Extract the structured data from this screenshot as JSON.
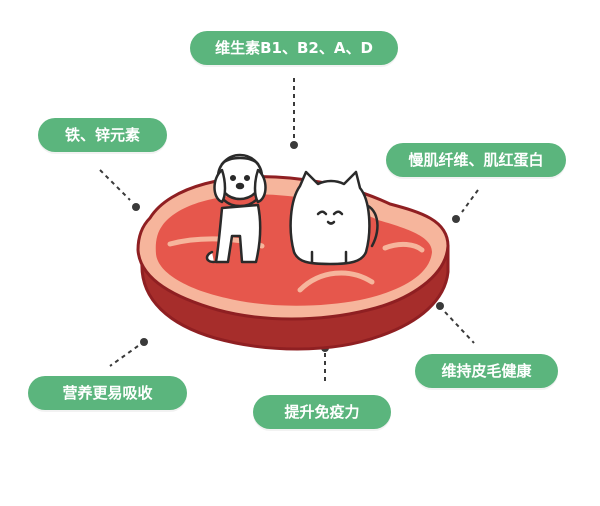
{
  "labels": {
    "vitamins": "维生素B1、B2、A、D",
    "iron_zinc": "铁、锌元素",
    "protein": "慢肌纤维、肌红蛋白",
    "digestion": "营养更易吸收",
    "immunity": "提升免疫力",
    "coat": "维持皮毛健康"
  },
  "colors": {
    "pill_green": "#5bb57d",
    "meat_red": "#e6574c",
    "meat_pink": "#f6b59c",
    "meat_dark": "#a62d2b",
    "outline": "#8f1f22"
  }
}
